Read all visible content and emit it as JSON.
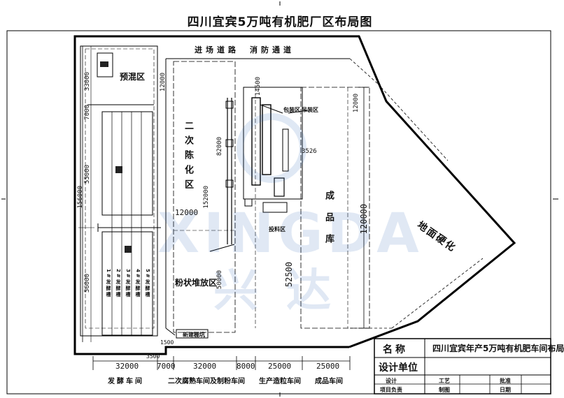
{
  "title": "四川宜宾5万吨有机肥厂区布局图",
  "roads": {
    "inbound": "进场道路",
    "fire": "消防通道"
  },
  "zones": {
    "premix": "预混区",
    "secondary_aging": "二次陈化区",
    "powder_stack": "粉状堆放区",
    "finished_goods": "成品库",
    "packaging": "包装区",
    "hoist": "吊装区",
    "feed": "投料区",
    "new_hangar": "新建棚坑",
    "hardening": "地面硬化"
  },
  "ferment_tanks": [
    "1#发酵槽",
    "2#发酵槽",
    "3#发酵槽",
    "4#发酵槽",
    "5#发酵槽"
  ],
  "dimensions": {
    "bottom": [
      "32000",
      "7000",
      "32000",
      "8000",
      "25000",
      "25000"
    ],
    "left_total": "156000",
    "left_upper": "55000",
    "left_lower": "56000",
    "top_left_a": "33000",
    "top_left_b": "7000",
    "aging_a": "12000",
    "aging_b": "12000",
    "aging_long": "152000",
    "line_a": "82000",
    "line_b": "50000",
    "line_top": "14500",
    "warehouse_total": "120000",
    "warehouse_lower": "52500",
    "warehouse_top": "12000",
    "equip": "3526",
    "corner_a": "1500",
    "corner_b": "3500"
  },
  "workshops": [
    "发酵车间",
    "二次腐熟车间及制粉车间",
    "生产造粒车间",
    "成品车间"
  ],
  "title_block": {
    "name_label": "名称",
    "name_value": "四川宜宾年产5万吨有机肥车间布局",
    "org_label": "设计单位",
    "design": "设计",
    "process": "工艺",
    "approve": "批准",
    "project_lead": "项目负责",
    "drawing": "制图",
    "date": "日期"
  },
  "watermark": {
    "latin": "XINGDA",
    "chinese": "兴达"
  }
}
